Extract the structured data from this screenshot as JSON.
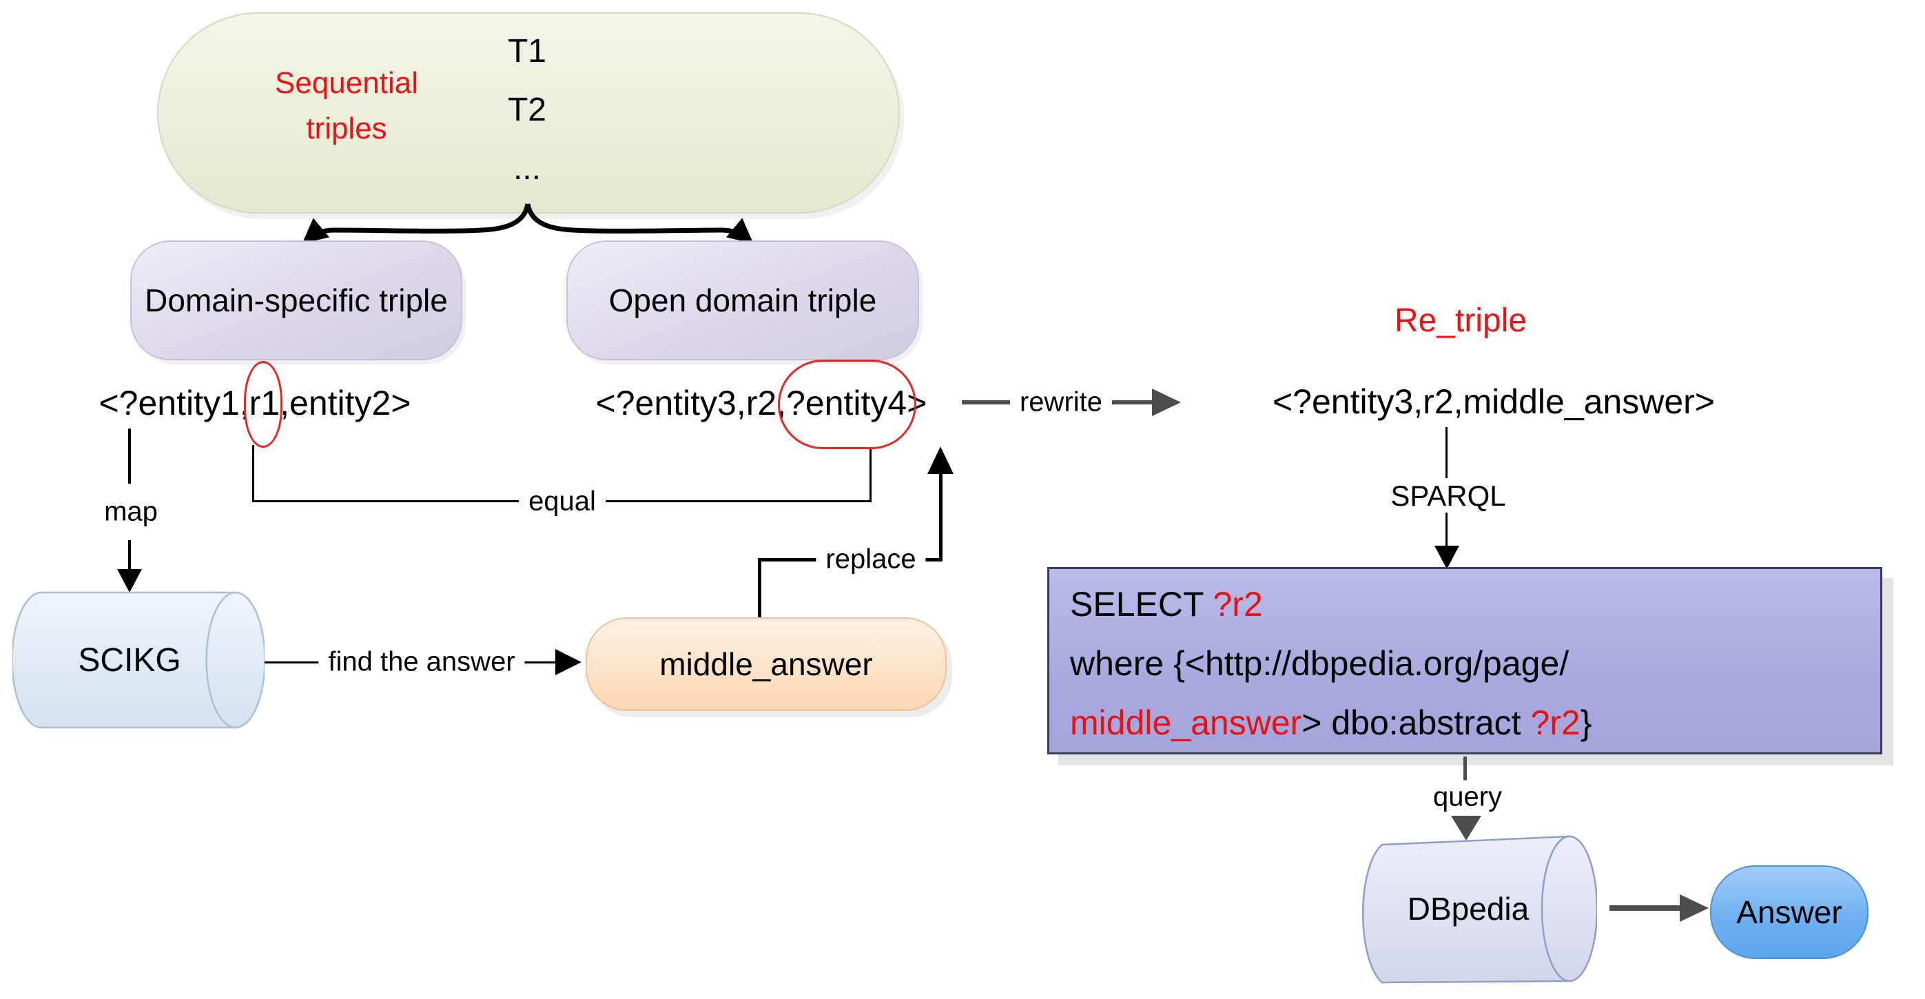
{
  "nodes": {
    "sequential_triples": {
      "title": "Sequential triples",
      "items": [
        "T1",
        "T2",
        "..."
      ]
    },
    "domain_specific": {
      "label": "Domain-specific triple"
    },
    "open_domain": {
      "label": "Open domain triple"
    },
    "domain_triple": {
      "pre": "<?entity1,",
      "highlight": "r1",
      "post": ",entity2>"
    },
    "open_triple": {
      "pre": "<?entity3,r2,",
      "highlight": "?entity4",
      "post": ">"
    },
    "re_triple": {
      "title": "Re_triple",
      "value": "<?entity3,r2,middle_answer>"
    },
    "scikg": {
      "label": "SCIKG"
    },
    "middle_answer": {
      "label": "middle_answer"
    },
    "sparql_query": {
      "select_kw": "SELECT ",
      "select_var": "?r2",
      "where_line": "where {<http://dbpedia.org/page/",
      "entity_red": "middle_answer",
      "predicate": "> dbo:abstract ",
      "var_red": "?r2",
      "closing": "}"
    },
    "dbpedia": {
      "label": "DBpedia"
    },
    "answer": {
      "label": "Answer"
    }
  },
  "edges": {
    "map": "map",
    "equal": "equal",
    "replace": "replace",
    "rewrite": "rewrite",
    "find_answer": "find the answer",
    "sparql": "SPARQL",
    "query": "query"
  },
  "colors": {
    "accent_red": "#ee1111",
    "arrow_gray": "#4d4d4d",
    "sequential_fill": "#ebeedb",
    "bubble_fill": "#d8d2e5",
    "middle_answer_fill": "#fbdcbd",
    "sparql_box_fill": "#a9abe0",
    "scikg_fill": "#dfe9f3",
    "dbpedia_fill": "#dadded",
    "answer_fill": "#64abf0"
  }
}
